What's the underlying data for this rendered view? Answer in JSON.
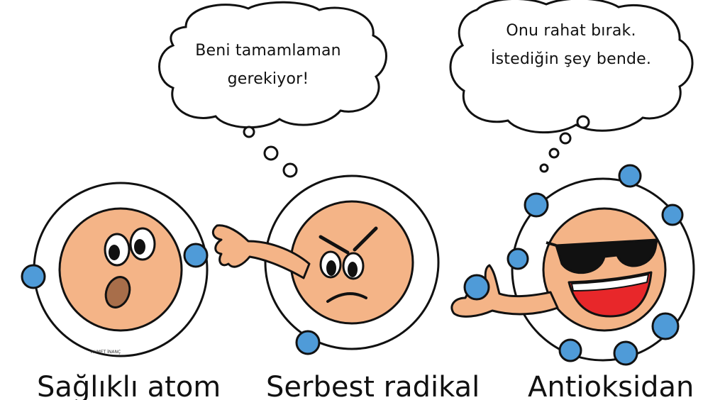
{
  "speech": {
    "free_radical": [
      "Beni tamamlaman",
      "gerekiyor!"
    ],
    "antioxidant": [
      "Onu rahat bırak.",
      "İstediğin şey bende."
    ]
  },
  "captions": {
    "healthy_atom": "Sağlıklı atom",
    "free_radical": "Serbest radikal",
    "antioxidant": "Antioksidan"
  },
  "signature": "AHMET İNANÇ",
  "colors": {
    "face": "#F4B487",
    "electron": "#4F9BD8",
    "outline": "#111111",
    "mouth_red": "#E8272A"
  }
}
